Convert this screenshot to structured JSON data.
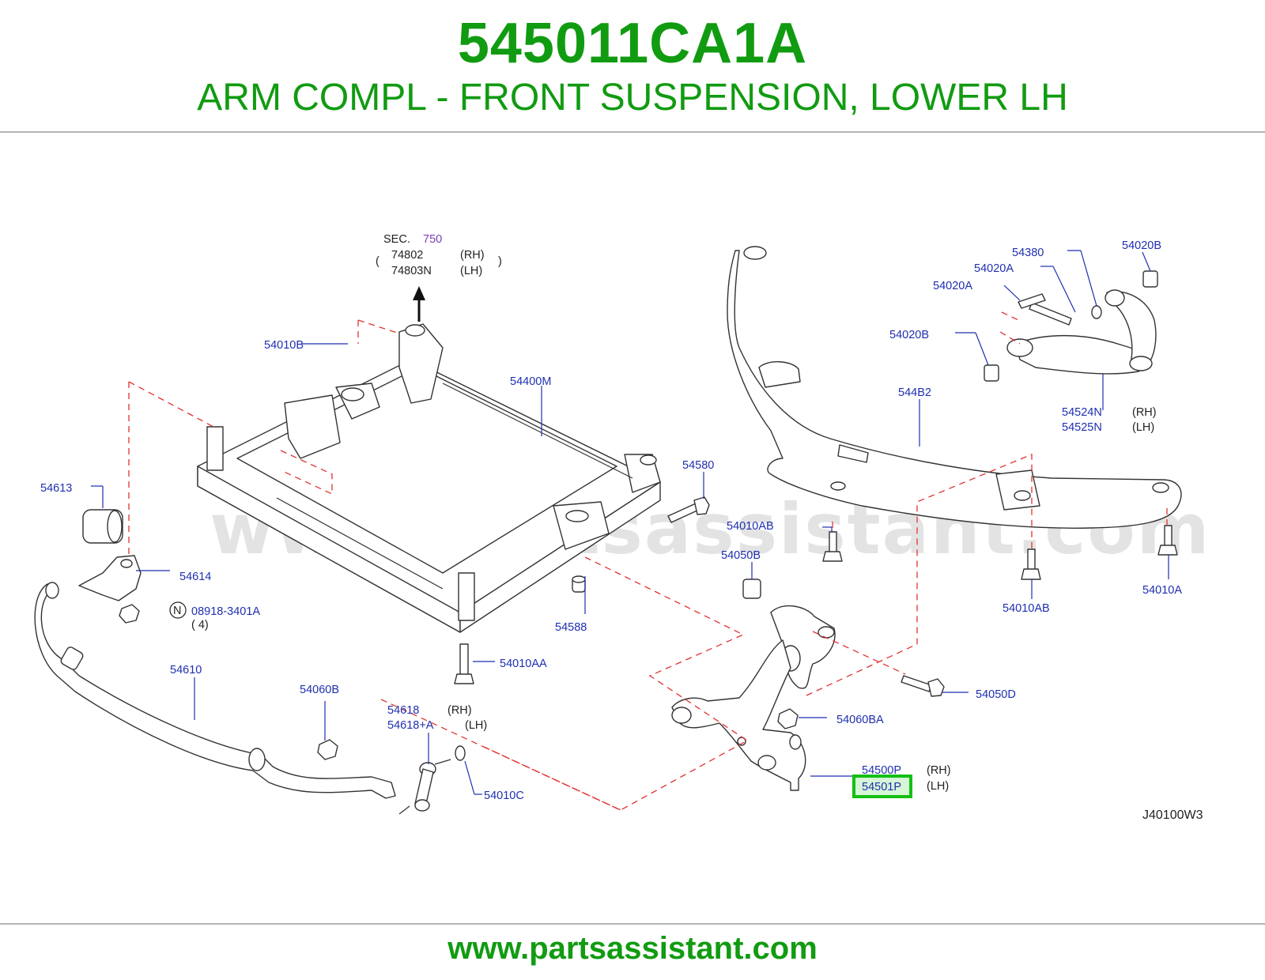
{
  "header": {
    "part_number": "545011CA1A",
    "part_name": "ARM COMPL - FRONT SUSPENSION, LOWER LH"
  },
  "diagram": {
    "watermark": "www.partsassistant.com",
    "code": "J40100W3",
    "sec": {
      "prefix": "SEC.",
      "number": "750",
      "refs": [
        {
          "part": "74802",
          "side": "(RH)"
        },
        {
          "part": "74803N",
          "side": "(LH)"
        }
      ]
    },
    "labels": {
      "p54010B": "54010B",
      "p54400M": "54400M",
      "p54613": "54613",
      "p54614": "54614",
      "nut_symbol": "N",
      "p08918": "08918-3401A",
      "qty": "( 4)",
      "p54580": "54580",
      "p54588": "54588",
      "p54010AA": "54010AA",
      "p54610": "54610",
      "p54060B": "54060B",
      "p54618": "54618",
      "p54618A": "54618+A",
      "p54010C": "54010C",
      "p54010AB_a": "54010AB",
      "p54050B": "54050B",
      "p54050D": "54050D",
      "p54060BA": "54060BA",
      "p54500P": "54500P",
      "p54501P": "54501P",
      "p54380": "54380",
      "p54020B_a": "54020B",
      "p54020A_a": "54020A",
      "p54020A_b": "54020A",
      "p54020B_b": "54020B",
      "p544B2": "544B2",
      "p54524N": "54524N",
      "p54525N": "54525N",
      "p54010AB_b": "54010AB",
      "p54010A": "54010A",
      "rh": "(RH)",
      "lh": "(LH)"
    },
    "highlighted_part": "54501P"
  },
  "footer": {
    "url": "www.partsassistant.com"
  },
  "colors": {
    "title": "#119b11",
    "callout": "#1f2fb0",
    "highlight": "#13c013",
    "dashed": "#e03232"
  }
}
